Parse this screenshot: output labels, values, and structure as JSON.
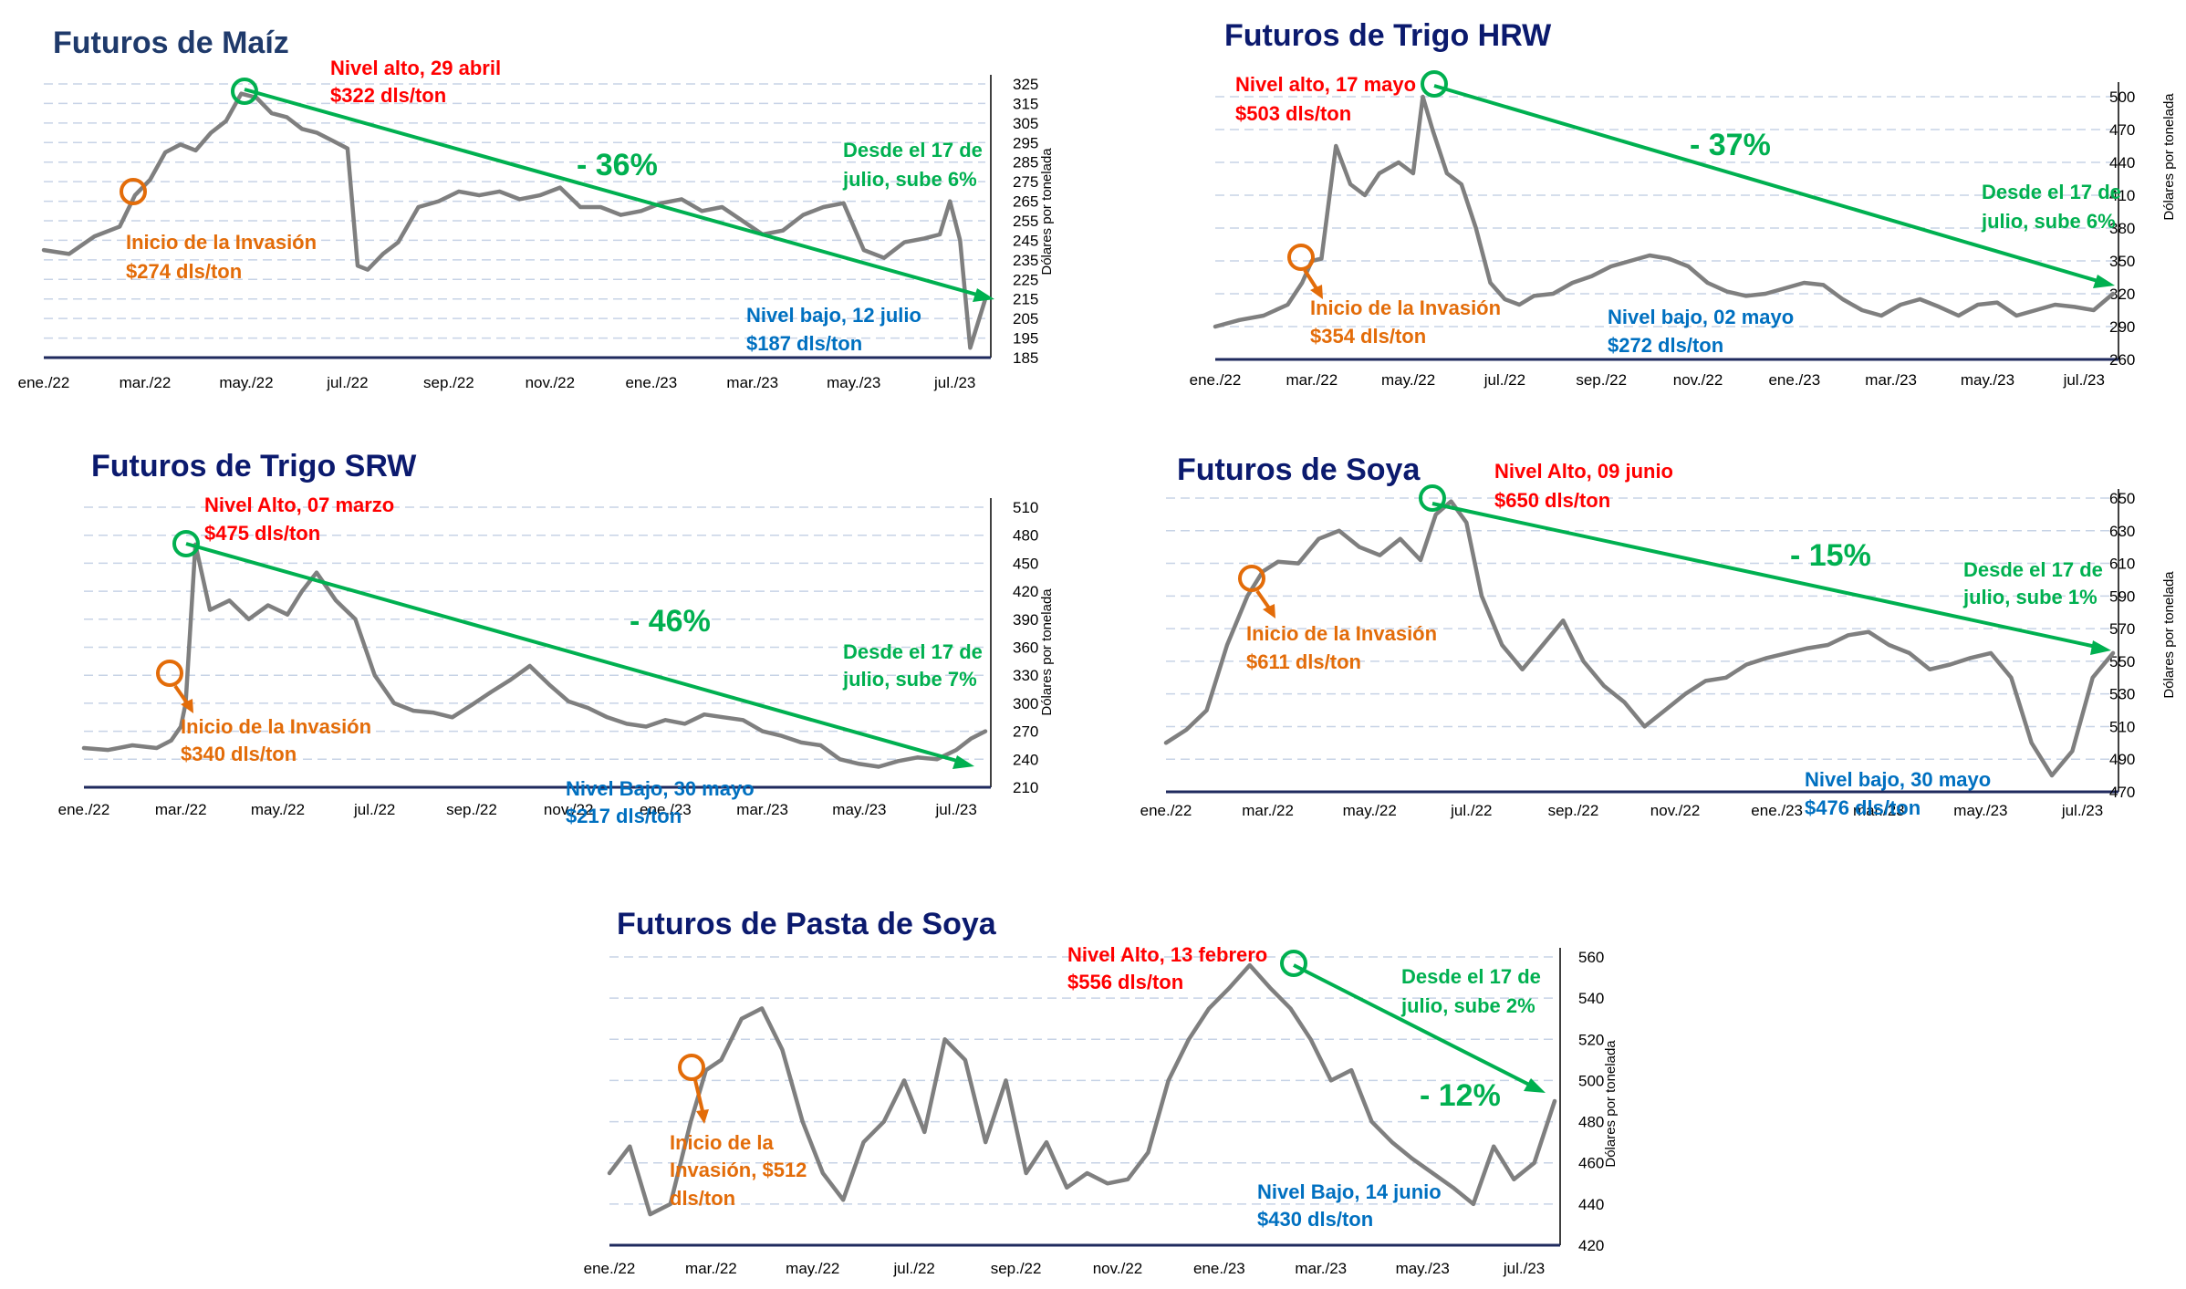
{
  "colors": {
    "series": "#7f7f7f",
    "grid": "#c7d3e6",
    "axis": "#1f2a5e",
    "high": "#ff0000",
    "invasion": "#e36c09",
    "low": "#0070c0",
    "trend": "#00b050",
    "title": "#1f3a6b",
    "title2": "#0b1a6e"
  },
  "chart_data": [
    {
      "id": "maiz",
      "type": "line",
      "title": "Futuros de Maíz",
      "ylabel": "Dólares por tonelada",
      "ylim": [
        185,
        325
      ],
      "yticks": [
        185,
        195,
        205,
        215,
        225,
        235,
        245,
        255,
        265,
        275,
        285,
        295,
        305,
        315,
        325
      ],
      "xlim": [
        0,
        18.6
      ],
      "xticks": [
        0,
        2,
        4,
        6,
        8,
        10,
        12,
        14,
        16,
        18
      ],
      "xtick_labels": [
        "ene./22",
        "mar./22",
        "may./22",
        "jul./22",
        "sep./22",
        "nov./22",
        "ene./23",
        "mar./23",
        "may./23",
        "jul./23"
      ],
      "series": [
        {
          "x": [
            0,
            0.5,
            1,
            1.5,
            1.8,
            2.1,
            2.4,
            2.7,
            3,
            3.3,
            3.6,
            3.9,
            4.2,
            4.5,
            4.8,
            5.1,
            5.4,
            5.7,
            6,
            6.2,
            6.4,
            6.7,
            7,
            7.4,
            7.8,
            8.2,
            8.6,
            9,
            9.4,
            9.8,
            10.2,
            10.6,
            11,
            11.4,
            11.8,
            12.2,
            12.6,
            13,
            13.4,
            13.8,
            14.2,
            14.6,
            15,
            15.4,
            15.8,
            16.2,
            16.6,
            17,
            17.4,
            17.7,
            17.9,
            18.1,
            18.3,
            18.6
          ],
          "y": [
            240,
            238,
            247,
            252,
            268,
            276,
            290,
            294,
            291,
            300,
            306,
            320,
            318,
            310,
            308,
            302,
            300,
            296,
            292,
            232,
            230,
            238,
            244,
            262,
            265,
            270,
            268,
            270,
            266,
            268,
            272,
            262,
            262,
            258,
            260,
            264,
            266,
            260,
            262,
            255,
            248,
            250,
            258,
            262,
            264,
            240,
            236,
            244,
            246,
            248,
            265,
            245,
            190,
            215
          ]
        }
      ],
      "annotations": {
        "high": {
          "title": "Nivel alto, 29 abril",
          "value": "$322 dls/ton"
        },
        "invasion": {
          "title": "Inicio de la Invasión",
          "value": "$274 dls/ton"
        },
        "low": {
          "title": "Nivel bajo, 12 julio",
          "value": "$187 dls/ton"
        },
        "recent": {
          "line1": "Desde el 17 de",
          "line2": "julio, sube 6%"
        },
        "change": "- 36%"
      }
    },
    {
      "id": "trigo-hrw",
      "type": "line",
      "title": "Futuros de Trigo HRW",
      "ylabel": "Dólares por tonelada",
      "ylim": [
        260,
        505
      ],
      "yticks": [
        260,
        290,
        320,
        350,
        380,
        410,
        440,
        470,
        500
      ],
      "xlim": [
        0,
        18.6
      ],
      "xticks": [
        0,
        2,
        4,
        6,
        8,
        10,
        12,
        14,
        16,
        18
      ],
      "xtick_labels": [
        "ene./22",
        "mar./22",
        "may./22",
        "jul./22",
        "sep./22",
        "nov./22",
        "ene./23",
        "mar./23",
        "may./23",
        "jul./23"
      ],
      "series": [
        {
          "x": [
            0,
            0.5,
            1,
            1.5,
            1.8,
            2,
            2.2,
            2.5,
            2.8,
            3.1,
            3.4,
            3.8,
            4.1,
            4.3,
            4.5,
            4.8,
            5.1,
            5.4,
            5.7,
            6,
            6.3,
            6.6,
            7,
            7.4,
            7.8,
            8.2,
            8.6,
            9,
            9.4,
            9.8,
            10.2,
            10.6,
            11,
            11.4,
            11.8,
            12.2,
            12.6,
            13,
            13.4,
            13.8,
            14.2,
            14.6,
            15,
            15.4,
            15.8,
            16.2,
            16.6,
            17,
            17.4,
            17.8,
            18.2,
            18.6
          ],
          "y": [
            290,
            296,
            300,
            310,
            330,
            350,
            352,
            455,
            420,
            410,
            430,
            440,
            430,
            500,
            470,
            430,
            420,
            380,
            330,
            315,
            310,
            318,
            320,
            330,
            336,
            345,
            350,
            355,
            352,
            345,
            330,
            322,
            318,
            320,
            325,
            330,
            328,
            315,
            305,
            300,
            310,
            315,
            308,
            300,
            310,
            312,
            300,
            305,
            310,
            308,
            305,
            320
          ]
        }
      ],
      "annotations": {
        "high": {
          "title": "Nivel alto, 17 mayo",
          "value": "$503 dls/ton"
        },
        "invasion": {
          "title": "Inicio de la Invasión",
          "value": "$354 dls/ton"
        },
        "low": {
          "title": "Nivel bajo, 02 mayo",
          "value": "$272 dls/ton"
        },
        "recent": {
          "line1": "Desde el 17 de",
          "line2": "julio, sube 6%"
        },
        "change": "- 37%"
      }
    },
    {
      "id": "trigo-srw",
      "type": "line",
      "title": "Futuros de Trigo SRW",
      "ylabel": "Dólares por tonelada",
      "ylim": [
        210,
        510
      ],
      "yticks": [
        210,
        240,
        270,
        300,
        330,
        360,
        390,
        420,
        450,
        480,
        510
      ],
      "xlim": [
        0,
        18.6
      ],
      "xticks": [
        0,
        2,
        4,
        6,
        8,
        10,
        12,
        14,
        16,
        18
      ],
      "xtick_labels": [
        "ene./22",
        "mar./22",
        "may./22",
        "jul./22",
        "sep./22",
        "nov./22",
        "ene./23",
        "mar./23",
        "may./23",
        "jul./23"
      ],
      "series": [
        {
          "x": [
            0,
            0.5,
            1,
            1.5,
            1.8,
            2.0,
            2.1,
            2.3,
            2.6,
            3,
            3.4,
            3.8,
            4.2,
            4.5,
            4.8,
            5.2,
            5.6,
            6,
            6.4,
            6.8,
            7.2,
            7.6,
            8,
            8.4,
            8.8,
            9.2,
            9.6,
            10,
            10.4,
            10.8,
            11.2,
            11.6,
            12,
            12.4,
            12.8,
            13.2,
            13.6,
            14,
            14.4,
            14.8,
            15.2,
            15.6,
            16,
            16.4,
            16.8,
            17.2,
            17.6,
            18,
            18.3,
            18.6
          ],
          "y": [
            252,
            250,
            255,
            252,
            260,
            275,
            300,
            470,
            400,
            410,
            390,
            405,
            395,
            420,
            440,
            410,
            390,
            330,
            300,
            292,
            290,
            285,
            298,
            312,
            325,
            340,
            320,
            302,
            295,
            285,
            278,
            275,
            282,
            278,
            288,
            285,
            282,
            270,
            265,
            258,
            255,
            240,
            235,
            232,
            238,
            242,
            240,
            250,
            262,
            270
          ]
        }
      ],
      "annotations": {
        "high": {
          "title": "Nivel Alto, 07 marzo",
          "value": "$475 dls/ton"
        },
        "invasion": {
          "title": "Inicio de la Invasión",
          "value": "$340 dls/ton"
        },
        "low": {
          "title": "Nivel Bajo, 30 mayo",
          "value": "$217 dls/ton"
        },
        "recent": {
          "line1": "Desde el 17 de",
          "line2": "julio, sube 7%"
        },
        "change": "- 46%"
      }
    },
    {
      "id": "soya",
      "type": "line",
      "title": "Futuros de Soya",
      "ylabel": "Dólares por tonelada",
      "ylim": [
        470,
        650
      ],
      "yticks": [
        470,
        490,
        510,
        530,
        550,
        570,
        590,
        610,
        630,
        650
      ],
      "xlim": [
        0,
        18.6
      ],
      "xticks": [
        0,
        2,
        4,
        6,
        8,
        10,
        12,
        14,
        16,
        18
      ],
      "xtick_labels": [
        "ene./22",
        "mar./22",
        "may./22",
        "jul./22",
        "sep./22",
        "nov./22",
        "ene./23",
        "mar./23",
        "may./23",
        "jul./23"
      ],
      "series": [
        {
          "x": [
            0,
            0.4,
            0.8,
            1.2,
            1.6,
            1.9,
            2.2,
            2.6,
            3,
            3.4,
            3.8,
            4.2,
            4.6,
            5,
            5.3,
            5.6,
            5.9,
            6.2,
            6.6,
            7,
            7.4,
            7.8,
            8.2,
            8.6,
            9,
            9.4,
            9.8,
            10.2,
            10.6,
            11,
            11.4,
            11.8,
            12.2,
            12.6,
            13,
            13.4,
            13.8,
            14.2,
            14.6,
            15,
            15.4,
            15.8,
            16.2,
            16.6,
            17,
            17.4,
            17.8,
            18.2,
            18.6
          ],
          "y": [
            500,
            508,
            520,
            560,
            590,
            605,
            611,
            610,
            625,
            630,
            620,
            615,
            625,
            612,
            640,
            648,
            635,
            590,
            560,
            545,
            560,
            575,
            550,
            535,
            525,
            510,
            520,
            530,
            538,
            540,
            548,
            552,
            555,
            558,
            560,
            566,
            568,
            560,
            555,
            545,
            548,
            552,
            555,
            540,
            500,
            480,
            495,
            540,
            555
          ]
        }
      ],
      "annotations": {
        "high": {
          "title": "Nivel Alto, 09 junio",
          "value": "$650 dls/ton"
        },
        "invasion": {
          "title": "Inicio de la Invasión",
          "value": "$611 dls/ton"
        },
        "low": {
          "title": "Nivel bajo, 30 mayo",
          "value": "$476 dls/ton"
        },
        "recent": {
          "line1": "Desde el 17 de",
          "line2": "julio, sube 1%"
        },
        "change": "- 15%"
      }
    },
    {
      "id": "pasta-soya",
      "type": "line",
      "title": "Futuros de Pasta de Soya",
      "ylabel": "Dólares por tonelada",
      "ylim": [
        420,
        560
      ],
      "yticks": [
        420,
        440,
        460,
        480,
        500,
        520,
        540,
        560
      ],
      "xlim": [
        0,
        18.6
      ],
      "xticks": [
        0,
        2,
        4,
        6,
        8,
        10,
        12,
        14,
        16,
        18
      ],
      "xtick_labels": [
        "ene./22",
        "mar./22",
        "may./22",
        "jul./22",
        "sep./22",
        "nov./22",
        "ene./23",
        "mar./23",
        "may./23",
        "jul./23"
      ],
      "series": [
        {
          "x": [
            0,
            0.4,
            0.8,
            1.2,
            1.6,
            1.9,
            2.2,
            2.6,
            3,
            3.4,
            3.8,
            4.2,
            4.6,
            5,
            5.4,
            5.8,
            6.2,
            6.6,
            7,
            7.4,
            7.8,
            8.2,
            8.6,
            9,
            9.4,
            9.8,
            10.2,
            10.6,
            11,
            11.4,
            11.8,
            12.2,
            12.6,
            13,
            13.4,
            13.8,
            14.2,
            14.6,
            15,
            15.4,
            15.8,
            16.2,
            16.6,
            17,
            17.4,
            17.8,
            18.2,
            18.6
          ],
          "y": [
            455,
            468,
            435,
            440,
            480,
            505,
            510,
            530,
            535,
            515,
            480,
            455,
            442,
            470,
            480,
            500,
            475,
            520,
            510,
            470,
            500,
            455,
            470,
            448,
            455,
            450,
            452,
            465,
            500,
            520,
            535,
            545,
            556,
            545,
            535,
            520,
            500,
            505,
            480,
            470,
            462,
            455,
            448,
            440,
            468,
            452,
            460,
            490
          ]
        }
      ],
      "annotations": {
        "high": {
          "title": "Nivel Alto, 13 febrero",
          "value": "$556 dls/ton"
        },
        "invasion": {
          "line1": "Inicio de la",
          "line2": "Invasión, $512",
          "line3": "dls/ton"
        },
        "low": {
          "title": "Nivel Bajo, 14 junio",
          "value": "$430 dls/ton"
        },
        "recent": {
          "line1": "Desde el 17 de",
          "line2": "julio, sube 2%"
        },
        "change": "- 12%"
      }
    }
  ]
}
